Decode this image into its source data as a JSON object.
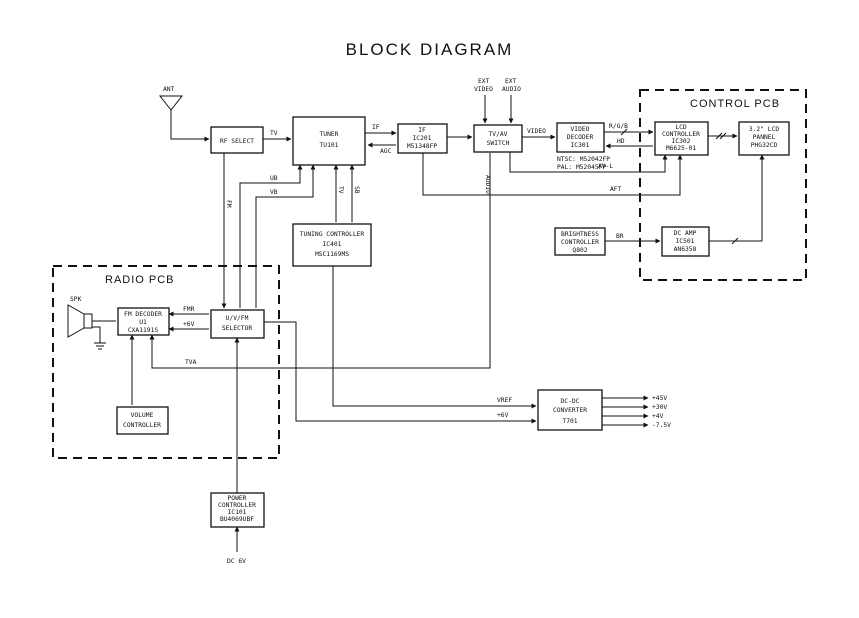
{
  "title": "BLOCK DIAGRAM",
  "regions": {
    "control_pcb": "CONTROL PCB",
    "radio_pcb": "RADIO PCB"
  },
  "blocks": {
    "rf_select": [
      "RF SELECT"
    ],
    "tuner": [
      "TUNER",
      "TU101"
    ],
    "if": [
      "IF",
      "IC201",
      "M51348FP"
    ],
    "tvav": [
      "TV/AV",
      "SWITCH"
    ],
    "video_decoder": [
      "VIDEO",
      "DECODER",
      "IC301"
    ],
    "lcd_controller": [
      "LCD",
      "CONTROLLER",
      "IC302",
      "M6625-01"
    ],
    "lcd_panel": [
      "3.2\" LCD",
      "PANNEL",
      "PHG32CD"
    ],
    "tuning_controller": [
      "TUNING CONTROLLER",
      "IC401",
      "MSC1169MS"
    ],
    "brightness": [
      "BRIGHTNESS",
      "CONTROLLER",
      "Q802"
    ],
    "dc_amp": [
      "DC AMP",
      "IC501",
      "AN6358"
    ],
    "fm_decoder": [
      "FM DECODER",
      "U1",
      "CXA1191S"
    ],
    "selector": [
      "U/V/FM",
      "SELECTOR"
    ],
    "volume": [
      "VOLUME",
      "CONTROLLER"
    ],
    "dcdc": [
      "DC-DC",
      "CONVERTER",
      "T701"
    ],
    "power": [
      "POWER",
      "CONTROLLER",
      "IC101",
      "BU4069UBF"
    ]
  },
  "labels": {
    "ant": "ANT",
    "ext_video": [
      "EXT",
      "VIDEO"
    ],
    "ext_audio": [
      "EXT",
      "AUDIO"
    ],
    "tv": "TV",
    "if_sig": "IF",
    "agc": "AGC",
    "video": "VIDEO",
    "rgb": "R/G/B",
    "hd": "HD",
    "fm": "FM",
    "ub": "UB",
    "vb": "VB",
    "tv_v": "TV",
    "sb": "SB",
    "audio": "AUDIO",
    "ntsc": "NTSC: M52042FP",
    "pal": "PAL: M52045FP",
    "avl": "AV-L",
    "aft": "AFT",
    "br": "BR",
    "spk": "SPK",
    "fmr": "FMR",
    "plus6_sel": "+6V",
    "tva": "TVA",
    "vref": "VREF",
    "plus6_dc": "+6V",
    "dc6v": "DC 6V"
  },
  "outputs": [
    "+45V",
    "+30V",
    "+4V",
    "-7.5V"
  ]
}
